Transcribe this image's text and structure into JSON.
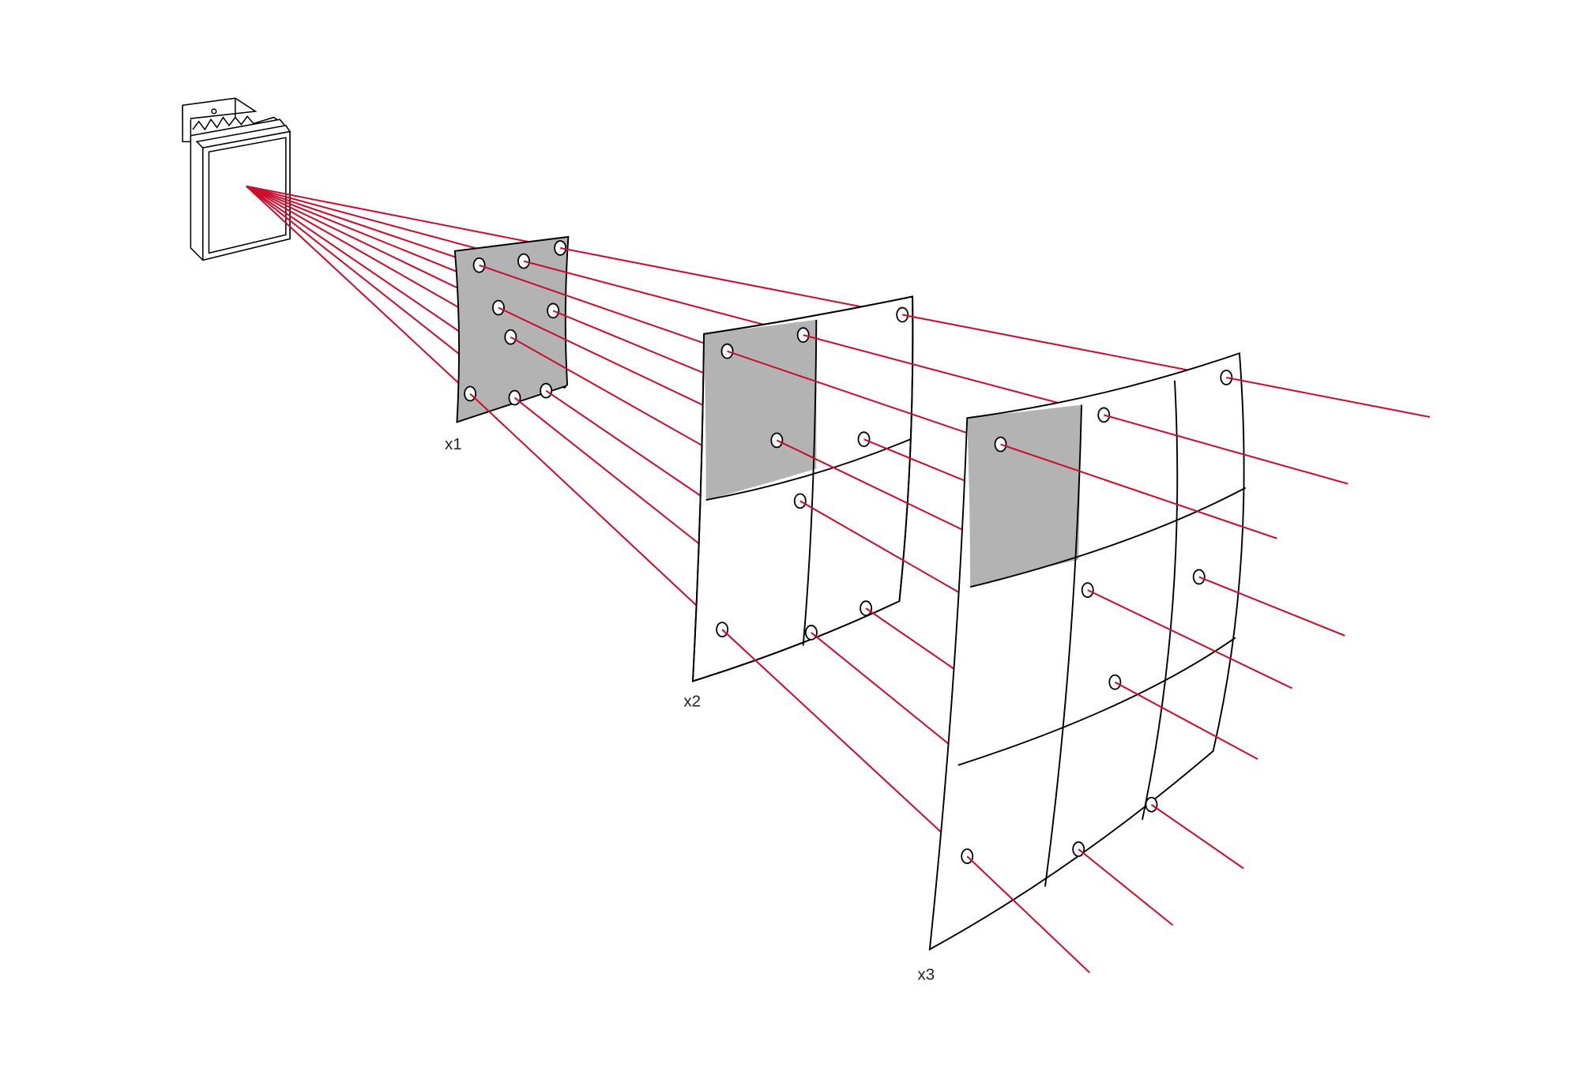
{
  "diagram": {
    "panels": [
      {
        "label": "x1"
      },
      {
        "label": "x2"
      },
      {
        "label": "x3"
      }
    ],
    "colors": {
      "ray": "#c8102e",
      "highlight_area": "#b3b3b3",
      "outline": "#000000"
    },
    "icons": {
      "source": "illuminator-lamp-icon"
    }
  }
}
